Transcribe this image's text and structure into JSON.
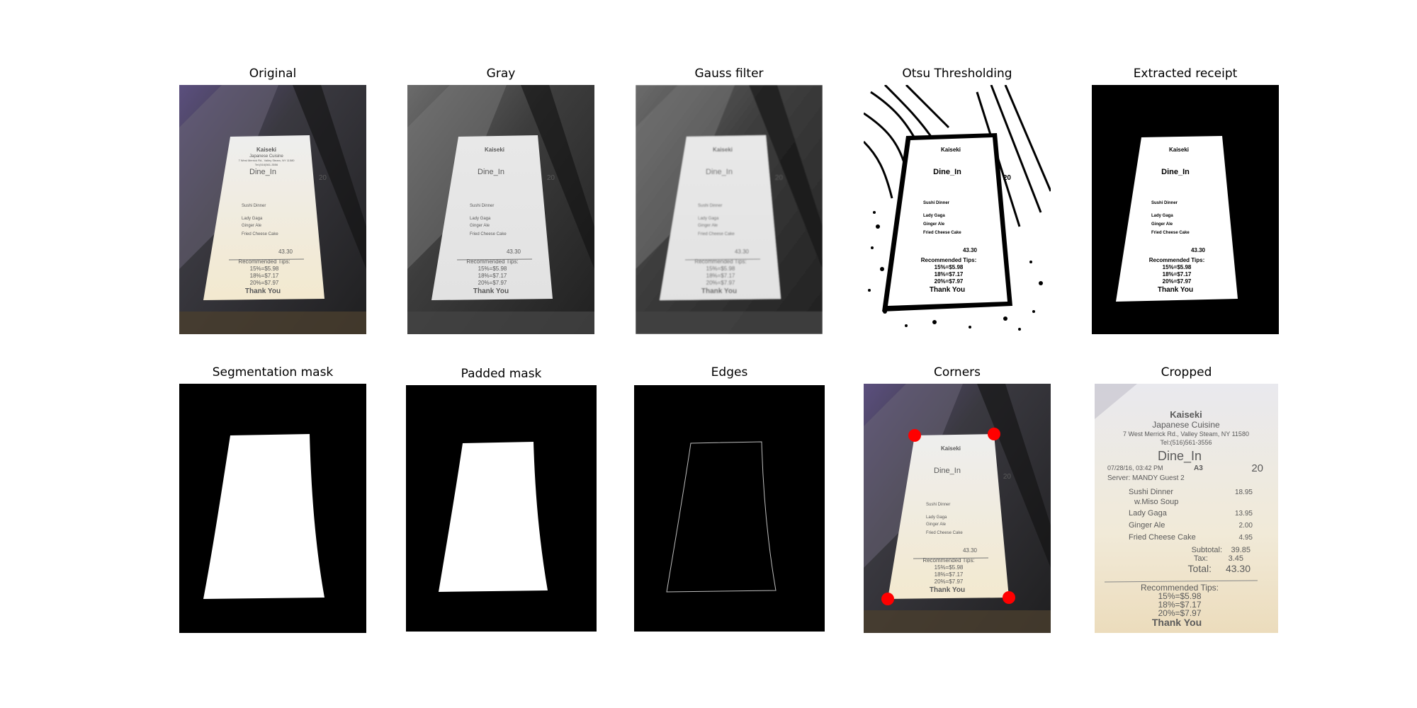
{
  "figure": {
    "panels": [
      {
        "title": "Original"
      },
      {
        "title": "Gray"
      },
      {
        "title": "Gauss filter"
      },
      {
        "title": "Otsu Thresholding"
      },
      {
        "title": "Extracted receipt"
      },
      {
        "title": "Segmentation mask"
      },
      {
        "title": "Padded mask"
      },
      {
        "title": "Edges"
      },
      {
        "title": "Corners"
      },
      {
        "title": "Cropped"
      }
    ]
  },
  "receipt": {
    "name": "Kaiseki",
    "cuisine": "Japanese Cuisine",
    "address": "7 West Merrick Rd., Valley Steam, NY 11580",
    "phone": "Tel:(516)561-3556",
    "order_type": "Dine_In",
    "datetime": "07/28/16, 03:42 PM",
    "table": "A3",
    "table_no": "20",
    "server": "Server: MANDY   Guest 2",
    "items": [
      {
        "name": "Sushi Dinner",
        "sub": "w.Miso Soup",
        "price": "18.95"
      },
      {
        "name": "Lady Gaga",
        "price": "13.95"
      },
      {
        "name": "Ginger Ale",
        "price": "2.00"
      },
      {
        "name": "Fried Cheese Cake",
        "price": "4.95"
      }
    ],
    "subtotal_label": "Subtotal:",
    "subtotal": "39.85",
    "tax_label": "Tax:",
    "tax": "3.45",
    "total_label": "Total:",
    "total": "43.30",
    "tips_heading": "Recommended Tips:",
    "tips": [
      "15%=$5.98",
      "18%=$7.17",
      "20%=$7.97"
    ],
    "thanks": "Thank You"
  },
  "colors": {
    "corner_marker": "#ff0000",
    "edge_line": "#bdbdbd"
  }
}
